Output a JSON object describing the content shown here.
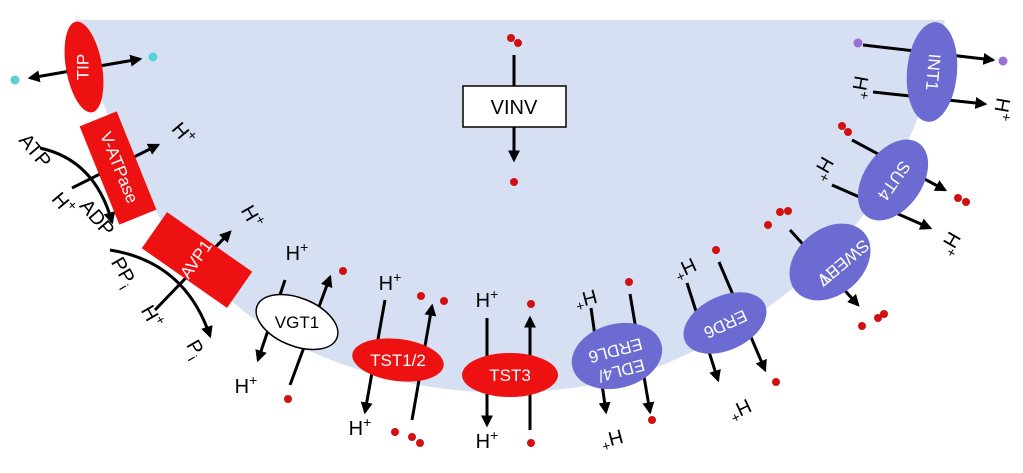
{
  "colors": {
    "vacuole": "#d6e0f2",
    "red_transporter": "#ee1111",
    "blue_transporter": "#6b6bd1",
    "sugar": "#d11111",
    "tip_ion": "#5ad0d8",
    "int1_ion": "#9a6fd6"
  },
  "transporters": {
    "tip": "TIP",
    "vatpase": "V-ATPase",
    "avp1": "AVP1",
    "vgt1": "VGT1",
    "tst12": "TST1/2",
    "tst3": "TST3",
    "edl4": "EDL4/",
    "erdl6": "ERDL6",
    "erd6": "ERD6",
    "sweet_line1": "SWEET",
    "sweet_line2": "IV",
    "sut4": "SUT4",
    "int1": "INT1",
    "vinv": "VINV"
  },
  "labels": {
    "atp": "ATP",
    "adp": "ADP",
    "ppi": "PP",
    "ppi_sub": "i",
    "pi": "P",
    "pi_sub": "i",
    "h": "H",
    "h_sup": "+"
  }
}
